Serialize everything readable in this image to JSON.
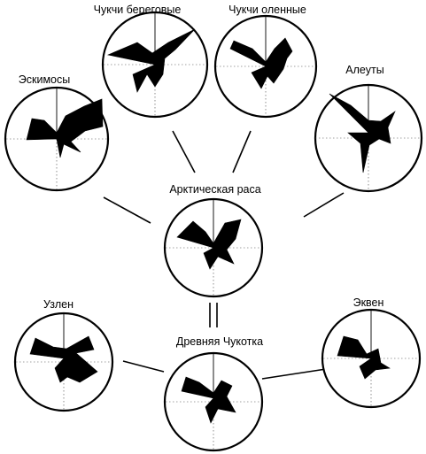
{
  "diagram": {
    "title": "",
    "colors": {
      "line": "#000000",
      "fill": "#000000",
      "background": "#ffffff"
    },
    "nodes": [
      {
        "id": "chukchi-coastal",
        "label": "Чукчи береговые"
      },
      {
        "id": "chukchi-reindeer",
        "label": "Чукчи оленные"
      },
      {
        "id": "eskimos",
        "label": "Эскимосы"
      },
      {
        "id": "aleuts",
        "label": "Алеуты"
      },
      {
        "id": "arctic-race",
        "label": "Арктическая раса"
      },
      {
        "id": "uelen",
        "label": "Узлен"
      },
      {
        "id": "ancient-chukotka",
        "label": "Древняя Чукотка"
      },
      {
        "id": "ekven",
        "label": "Эквен"
      }
    ],
    "edges": [
      {
        "from": "chukchi-coastal",
        "to": "arctic-race",
        "style": "single"
      },
      {
        "from": "chukchi-reindeer",
        "to": "arctic-race",
        "style": "single"
      },
      {
        "from": "eskimos",
        "to": "arctic-race",
        "style": "single"
      },
      {
        "from": "aleuts",
        "to": "arctic-race",
        "style": "single"
      },
      {
        "from": "arctic-race",
        "to": "ancient-chukotka",
        "style": "double"
      },
      {
        "from": "uelen",
        "to": "ancient-chukotka",
        "style": "single"
      },
      {
        "from": "ekven",
        "to": "ancient-chukotka",
        "style": "single"
      }
    ]
  }
}
